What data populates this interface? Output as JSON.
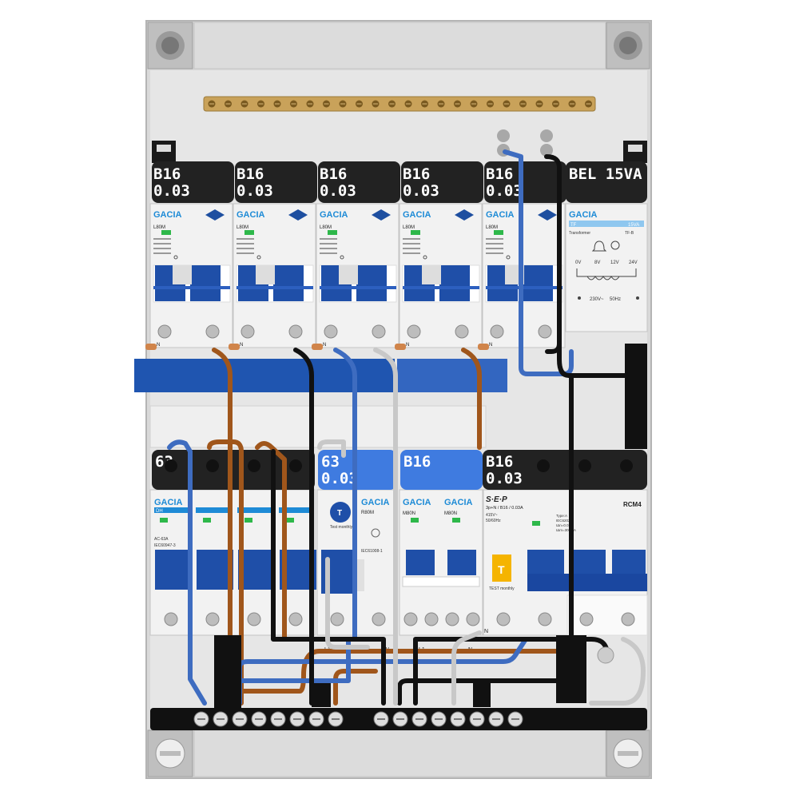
{
  "colors": {
    "enclosure": "#d4d4d4",
    "enclosure_edge": "#b0b0b0",
    "busbar_bronze": "#c9a25a",
    "breaker_body": "#f2f2f2",
    "breaker_handle": "#1f4fa8",
    "label_black": "#222222",
    "label_blue": "#3f7be0",
    "wire_brown": "#a0561b",
    "wire_blue": "#3e6cc0",
    "wire_black": "#111111",
    "wire_grey": "#c8c8c8",
    "comb_blue": "#1f55b0",
    "brand_blue": "#1e8bd6",
    "status_green": "#2eb84a",
    "test_yellow": "#f5b400"
  },
  "top_row": {
    "breakers": [
      {
        "label_line1": "B16",
        "label_line2": "0.03",
        "brand": "GACIA",
        "model": "L80M",
        "terminal": "N"
      },
      {
        "label_line1": "B16",
        "label_line2": "0.03",
        "brand": "GACIA",
        "model": "L80M",
        "terminal": "N"
      },
      {
        "label_line1": "B16",
        "label_line2": "0.03",
        "brand": "GACIA",
        "model": "L80M",
        "terminal": "N"
      },
      {
        "label_line1": "B16",
        "label_line2": "0.03",
        "brand": "GACIA",
        "model": "L80M",
        "terminal": "N"
      },
      {
        "label_line1": "B16",
        "label_line2": "0.03",
        "brand": "GACIA",
        "model": "L80M",
        "terminal": "N"
      }
    ],
    "transformer": {
      "label": "BEL 15VA",
      "brand": "GACIA",
      "model_short": "TF",
      "rating": "15VA",
      "caption": "Transformer",
      "code": "TF-B",
      "voltages": [
        "0V",
        "8V",
        "12V",
        "24V"
      ],
      "mains": "230V~",
      "freq": "50Hz"
    }
  },
  "bottom_row": {
    "main_switch": {
      "label": "63",
      "brand": "GACIA",
      "model": "DH",
      "rating": "AC-63A",
      "spec": "IEC60947-3"
    },
    "rcd": {
      "label_line1": "63",
      "label_line2": "0.03",
      "brand": "GACIA",
      "model": "R80M",
      "test_text": "Test monthly",
      "spec": "IEC61008-1",
      "terminals": [
        "L1",
        "N",
        "L1",
        "N"
      ]
    },
    "mcbs": {
      "label": "B16",
      "brand": "GACIA",
      "model": "M80N",
      "terminals": [
        "L1",
        "N"
      ]
    },
    "rcbo": {
      "label_line1": "B16",
      "label_line2": "0.03",
      "brand": "S·E·P",
      "rating_text": "3p+N / B16 / 0.03A",
      "test_text": "TEST monthly",
      "terminal": "N",
      "spec_volts": "415V~",
      "spec_freq": "50/60Hz"
    },
    "rcm": {
      "label": "RCM4",
      "type_text": "Type:A",
      "line2": "IEC62020",
      "line3": "IΔn=0.03A",
      "line4": "IΔm=300mA"
    }
  }
}
